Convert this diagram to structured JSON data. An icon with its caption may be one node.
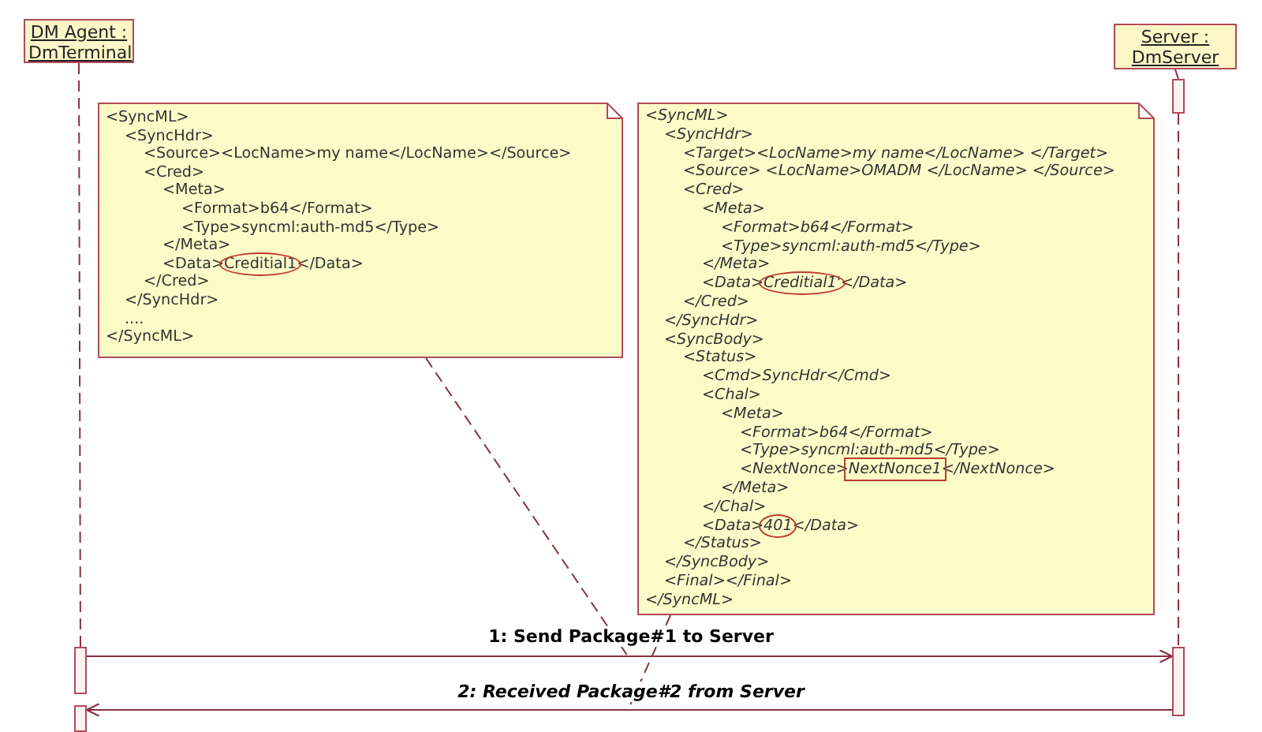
{
  "diagram": {
    "nodes": [
      {
        "text": [
          "DM Agent : DmTerminal"
        ]
      },
      {
        "text": [
          "Server : DmServer"
        ]
      },
      {
        "text": [
          "<SyncML>",
          "<SyncHdr>",
          "<Source><LocName>my name</LocName></Source>",
          "<Cred>",
          "<Meta>",
          "<Format>b64</Format>",
          "<Type>syncml:auth-md5</Type>",
          "</Meta>",
          "<Data>Creditial1</Data>",
          "</Cred>",
          "</SyncHdr>",
          "....",
          "</SyncML>"
        ]
      },
      {
        "text": [
          "<SyncML>",
          "<SyncHdr>",
          "<Target><LocName>my name</LocName> </Target>",
          "<Source> <LocName>OMADM </LocName> </Source>",
          "<Cred>",
          "<Meta>",
          "<Format>b64</Format>",
          "<Type>syncml:auth-md5</Type>",
          "</Meta>",
          "<Data>Creditial1'</Data>",
          "</Cred>",
          "</SyncHdr>",
          "<SyncBody>",
          "<Status>",
          "<Cmd>SyncHdr</Cmd>",
          "<Chal>",
          "<Meta>",
          "<Format>b64</Format>",
          "<Type>syncml:auth-md5</Type>",
          "<NextNonce>NextNonce1</NextNonce>",
          "</Meta>",
          "</Chal>",
          "<Data>401</Data>",
          "</Status>",
          "</SyncBody>",
          "<Final></Final>",
          "</SyncML>"
        ]
      },
      {
        "text": [],
        "shape": "bar"
      },
      {
        "text": [],
        "shape": "bar"
      },
      {
        "text": [],
        "shape": "bar"
      },
      {
        "text": [],
        "shape": "bar"
      }
    ],
    "edges": [
      {
        "from": 0,
        "to": 5,
        "arrow": "none",
        "style": "dashed"
      },
      {
        "from": 1,
        "to": 4,
        "arrow": "none",
        "style": "dashed"
      },
      {
        "from": 4,
        "to": 7,
        "arrow": "none",
        "style": "dashed"
      },
      {
        "from": 5,
        "to": 7,
        "arrow": "to",
        "label": "1: Send Package#1 to Server"
      },
      {
        "from": 7,
        "to": 6,
        "arrow": "to",
        "label": "2: Received Package#2 from Server"
      },
      {
        "from": 2,
        "to": null,
        "arrow": "none",
        "style": "dashed"
      },
      {
        "from": 3,
        "to": null,
        "arrow": "none",
        "style": "dashed"
      }
    ]
  }
}
